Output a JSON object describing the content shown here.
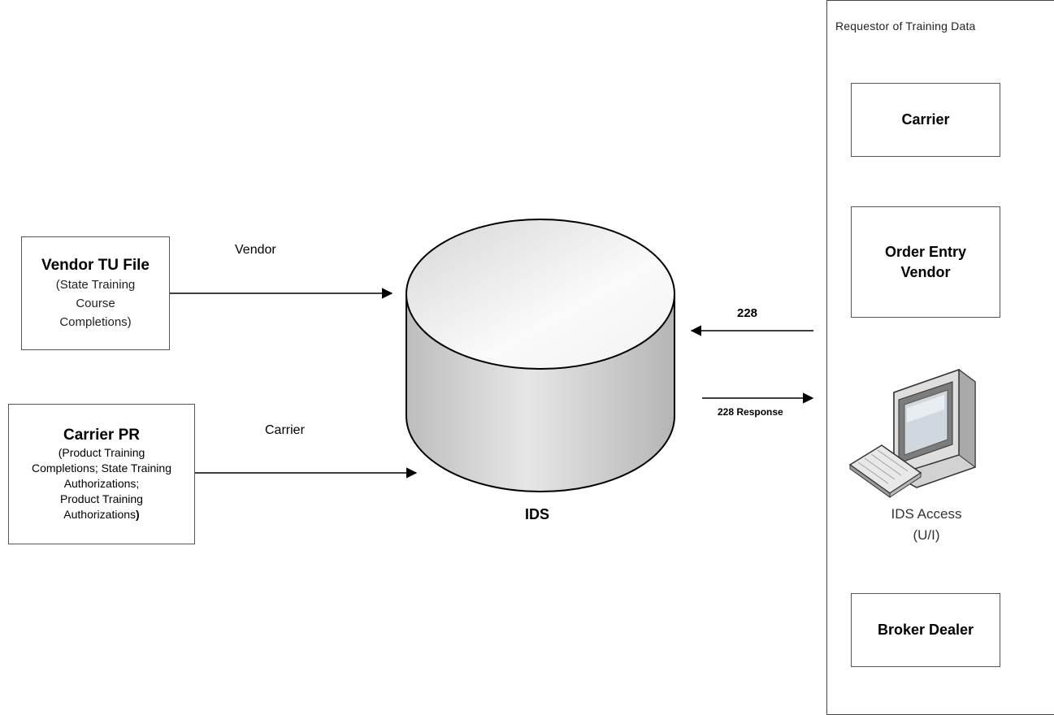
{
  "sources": {
    "vendor_file": {
      "title": "Vendor TU File",
      "line1": "(State Training",
      "line2": "Course",
      "line3": "Completions)"
    },
    "carrier_pr": {
      "title": "Carrier PR",
      "line1": "(Product Training",
      "line2": "Completions; State Training",
      "line3": "Authorizations;",
      "line4": "Product Training",
      "line5": "Authorizations",
      "line5_end": ")"
    }
  },
  "flows": {
    "vendor": "Vendor",
    "carrier": "Carrier",
    "request": "228",
    "response": "228 Response"
  },
  "database": {
    "label": "IDS"
  },
  "requestor_panel": {
    "title": "Requestor of Training Data",
    "carrier": "Carrier",
    "order_entry_line1": "Order Entry",
    "order_entry_line2": "Vendor",
    "ids_access_line1": "IDS Access",
    "ids_access_line2": "(U/I)",
    "broker_dealer": "Broker Dealer"
  },
  "icons": {
    "database": "database-cylinder-icon",
    "computer": "desktop-computer-icon"
  },
  "colors": {
    "cylinder_top": "#f4f4f4",
    "cylinder_body": "#c8c8c8",
    "border": "#555555"
  }
}
